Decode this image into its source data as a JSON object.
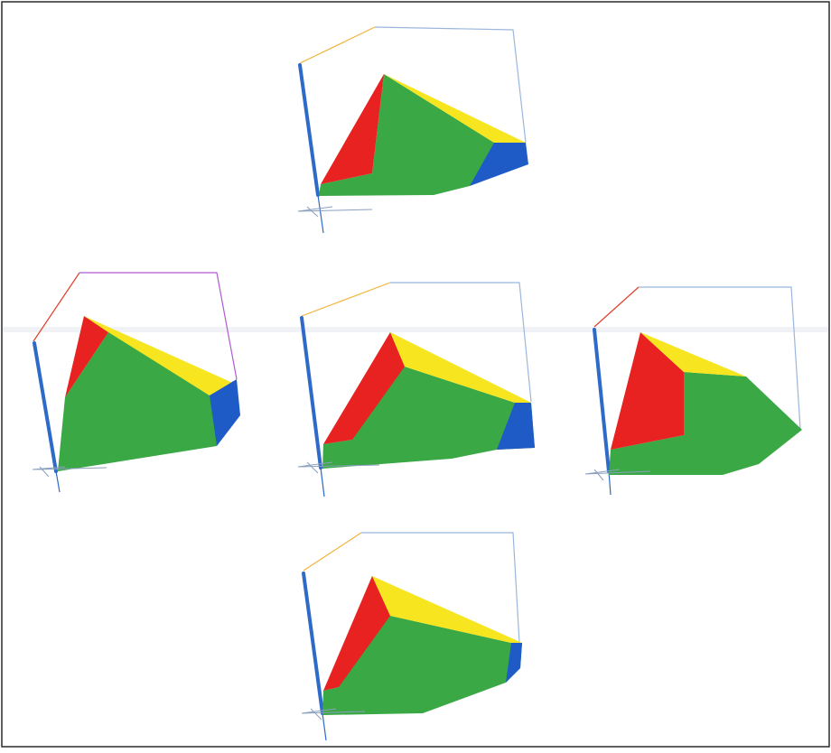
{
  "colors": {
    "background": "#ffffff",
    "frame": "#2a2a2a",
    "face_red": "#e82121",
    "face_yellow": "#f7e51f",
    "face_green": "#3aa844",
    "face_blue": "#1f5bc7",
    "axis_blue": "#2e6bc9",
    "edge_orange": "#f2b23a",
    "edge_red": "#e0402a",
    "edge_purple": "#b05bd0",
    "edge_light": "#9bb6dd",
    "gizmo": "#8aa0c0"
  },
  "views": [
    {
      "position": "top",
      "name": "view-top"
    },
    {
      "position": "middle-left",
      "name": "view-left"
    },
    {
      "position": "middle-center",
      "name": "view-center"
    },
    {
      "position": "middle-right",
      "name": "view-right"
    },
    {
      "position": "bottom",
      "name": "view-bottom"
    }
  ],
  "face_colors_order": [
    "face_red",
    "face_yellow",
    "face_green",
    "face_blue"
  ]
}
